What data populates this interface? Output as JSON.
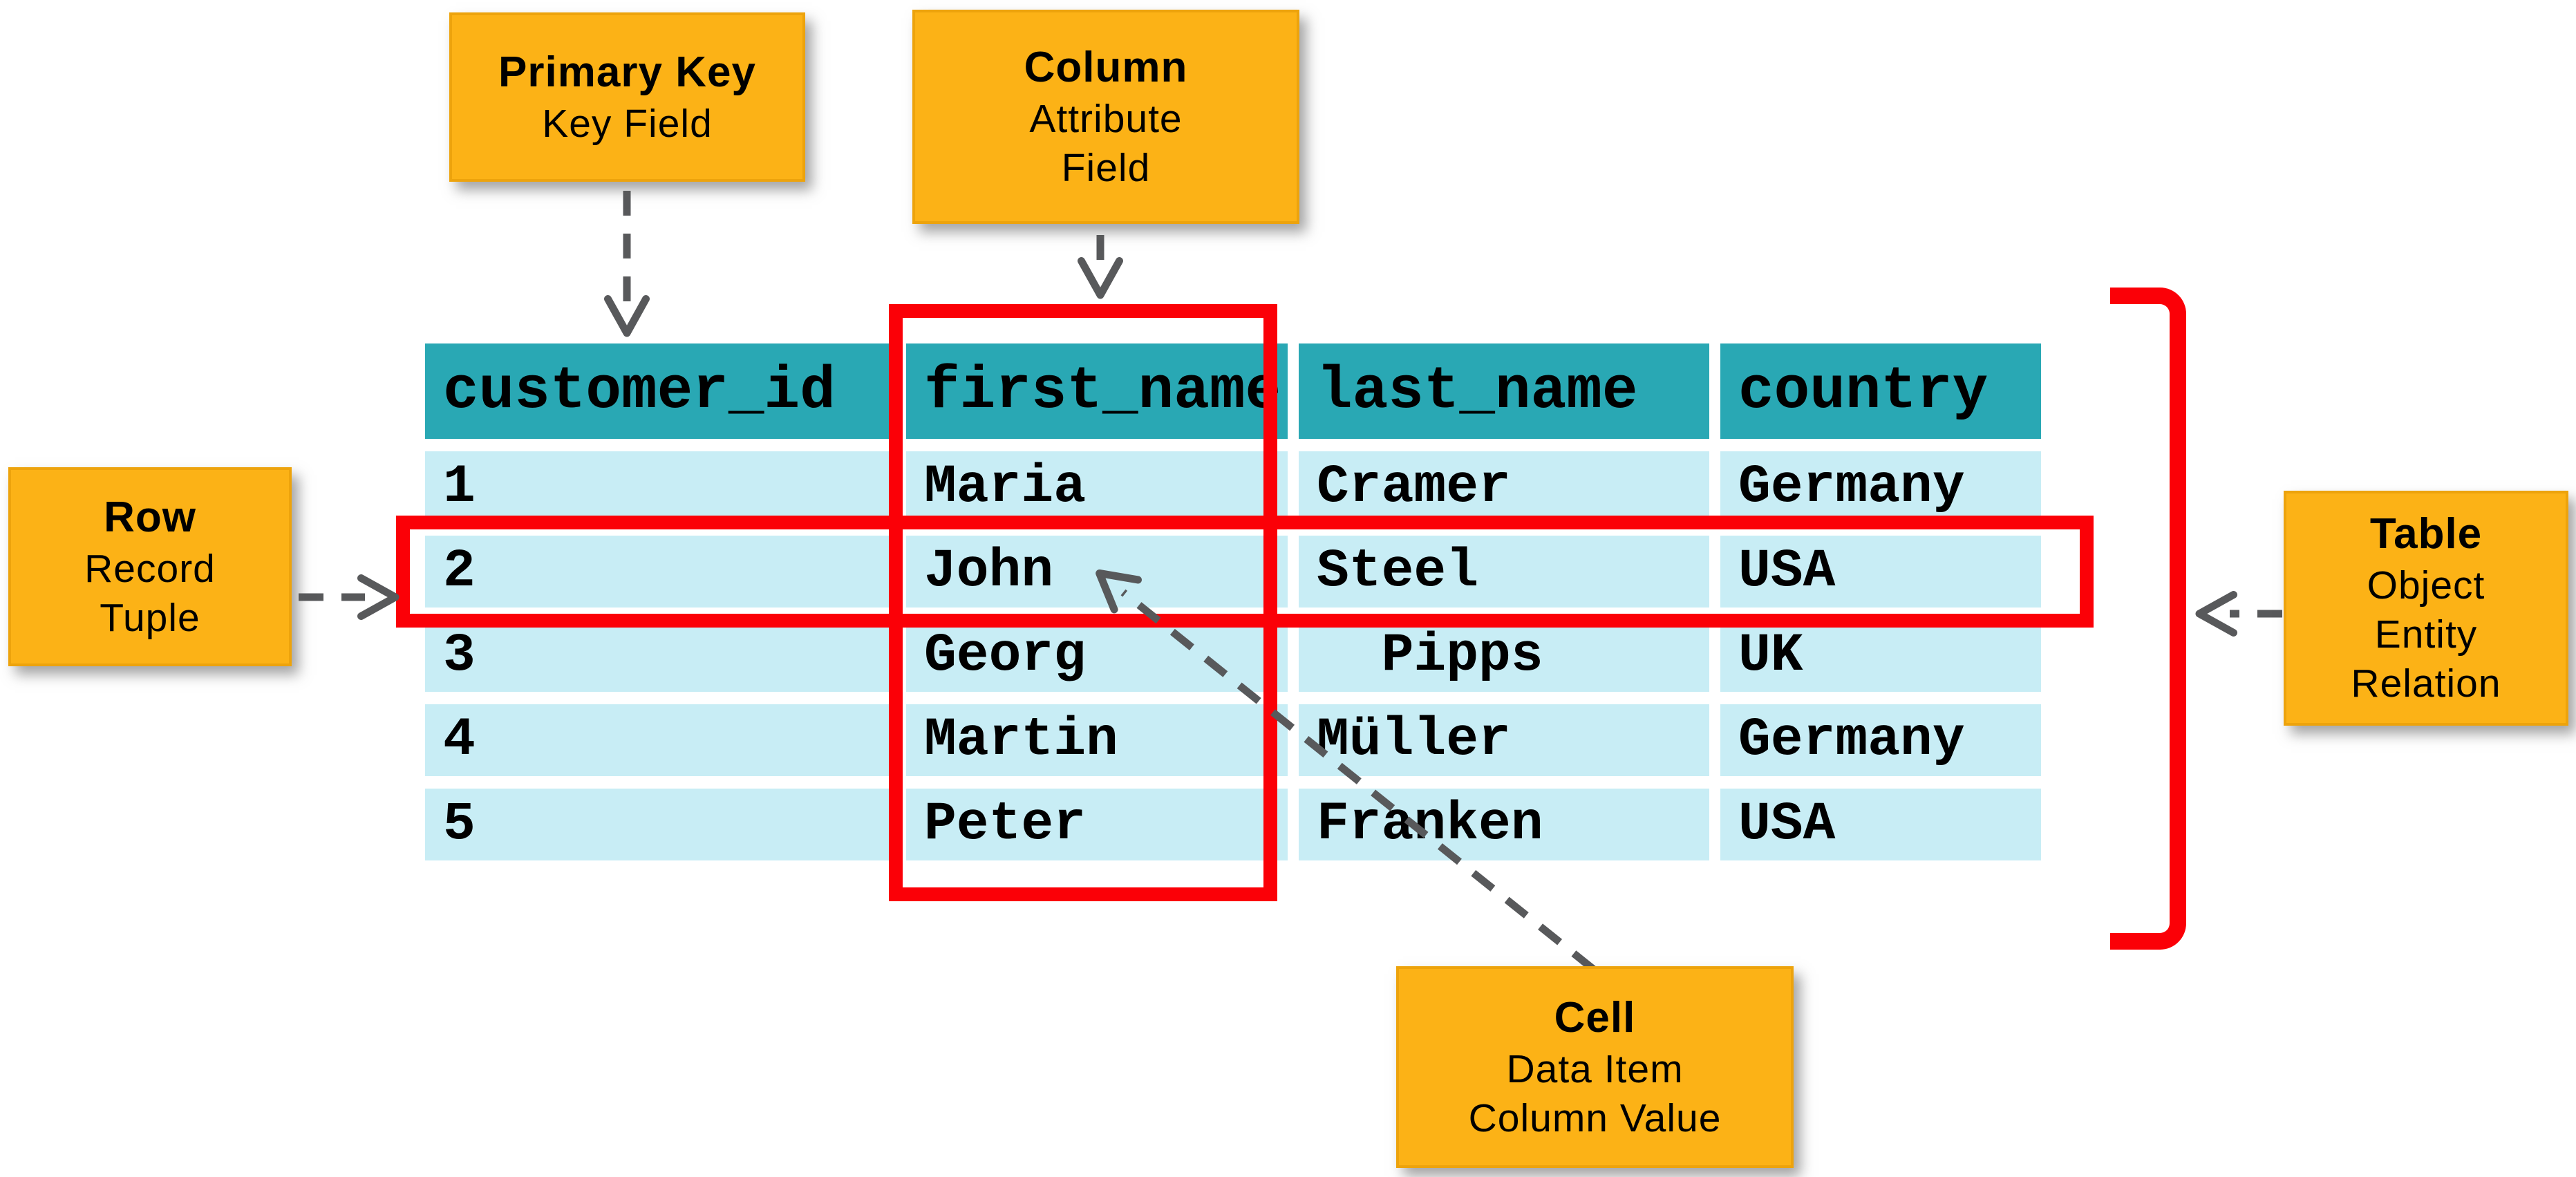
{
  "table": {
    "headers": [
      "customer_id",
      "first_name",
      "last_name",
      "country"
    ],
    "rows": [
      [
        "1",
        "Maria",
        "Cramer",
        "Germany"
      ],
      [
        "2",
        "John",
        "Steel",
        "USA"
      ],
      [
        "3",
        "Georg",
        "  Pipps",
        "UK"
      ],
      [
        "4",
        "Martin",
        "Müller",
        "Germany"
      ],
      [
        "5",
        "Peter",
        "Franken",
        "USA"
      ]
    ]
  },
  "callouts": {
    "primary_key": {
      "title": "Primary Key",
      "subtitle_lines": [
        "Key Field"
      ]
    },
    "column": {
      "title": "Column",
      "subtitle_lines": [
        "Attribute",
        "Field"
      ]
    },
    "row": {
      "title": "Row",
      "subtitle_lines": [
        "Record",
        "Tuple"
      ]
    },
    "table": {
      "title": "Table",
      "subtitle_lines": [
        "Object",
        "Entity",
        "Relation"
      ]
    },
    "cell": {
      "title": "Cell",
      "subtitle_lines": [
        "Data Item",
        "Column Value"
      ]
    }
  },
  "colors": {
    "callout_bg": "#FCB216",
    "header_bg": "#29A8B4",
    "cell_bg": "#C8EDF5",
    "highlight_red": "#FB0007",
    "arrow_gray": "#58595B",
    "text": "#000000",
    "background": "#FFFFFF"
  }
}
